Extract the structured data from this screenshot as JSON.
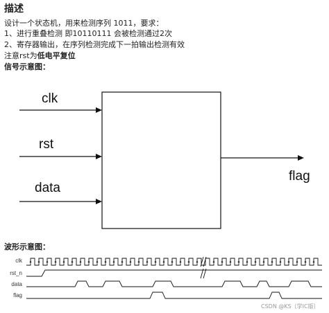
{
  "heading": "描述",
  "description": {
    "line1": "设计一个状态机，用来检测序列 1011，要求：",
    "line2": "1、进行重叠检测   即10110111 会被检测通过2次",
    "line3": "2、寄存器输出，在序列检测完成下一拍输出检测有效",
    "line4_prefix": "注意rst为",
    "line4_bold": "低电平复位",
    "signal_diagram_label": "信号示意图："
  },
  "block_diagram": {
    "inputs": [
      "clk",
      "rst",
      "data"
    ],
    "output": "flag"
  },
  "waveform": {
    "label": "波形示意图：",
    "signals": [
      "clk",
      "rst_n",
      "data",
      "flag"
    ]
  },
  "watermark": "CSDN @KS〔学IC版〕",
  "colors": {
    "line": "#111111",
    "text": "#222222",
    "watermark": "#999999"
  }
}
